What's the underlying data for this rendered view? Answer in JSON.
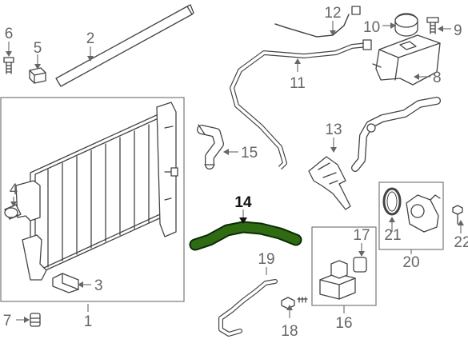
{
  "callouts": [
    {
      "id": "1",
      "label": "1"
    },
    {
      "id": "2",
      "label": "2"
    },
    {
      "id": "3",
      "label": "3"
    },
    {
      "id": "4",
      "label": "4"
    },
    {
      "id": "5",
      "label": "5"
    },
    {
      "id": "6",
      "label": "6"
    },
    {
      "id": "7",
      "label": "7"
    },
    {
      "id": "8",
      "label": "8"
    },
    {
      "id": "9",
      "label": "9"
    },
    {
      "id": "10",
      "label": "10"
    },
    {
      "id": "11",
      "label": "11"
    },
    {
      "id": "12",
      "label": "12"
    },
    {
      "id": "13",
      "label": "13"
    },
    {
      "id": "14",
      "label": "14"
    },
    {
      "id": "15",
      "label": "15"
    },
    {
      "id": "16",
      "label": "16"
    },
    {
      "id": "17",
      "label": "17"
    },
    {
      "id": "18",
      "label": "18"
    },
    {
      "id": "19",
      "label": "19"
    },
    {
      "id": "20",
      "label": "20"
    },
    {
      "id": "21",
      "label": "21"
    },
    {
      "id": "22",
      "label": "22"
    }
  ],
  "highlight": {
    "part": "14",
    "color": "#2e6b12",
    "outline": "#0d2a04"
  }
}
